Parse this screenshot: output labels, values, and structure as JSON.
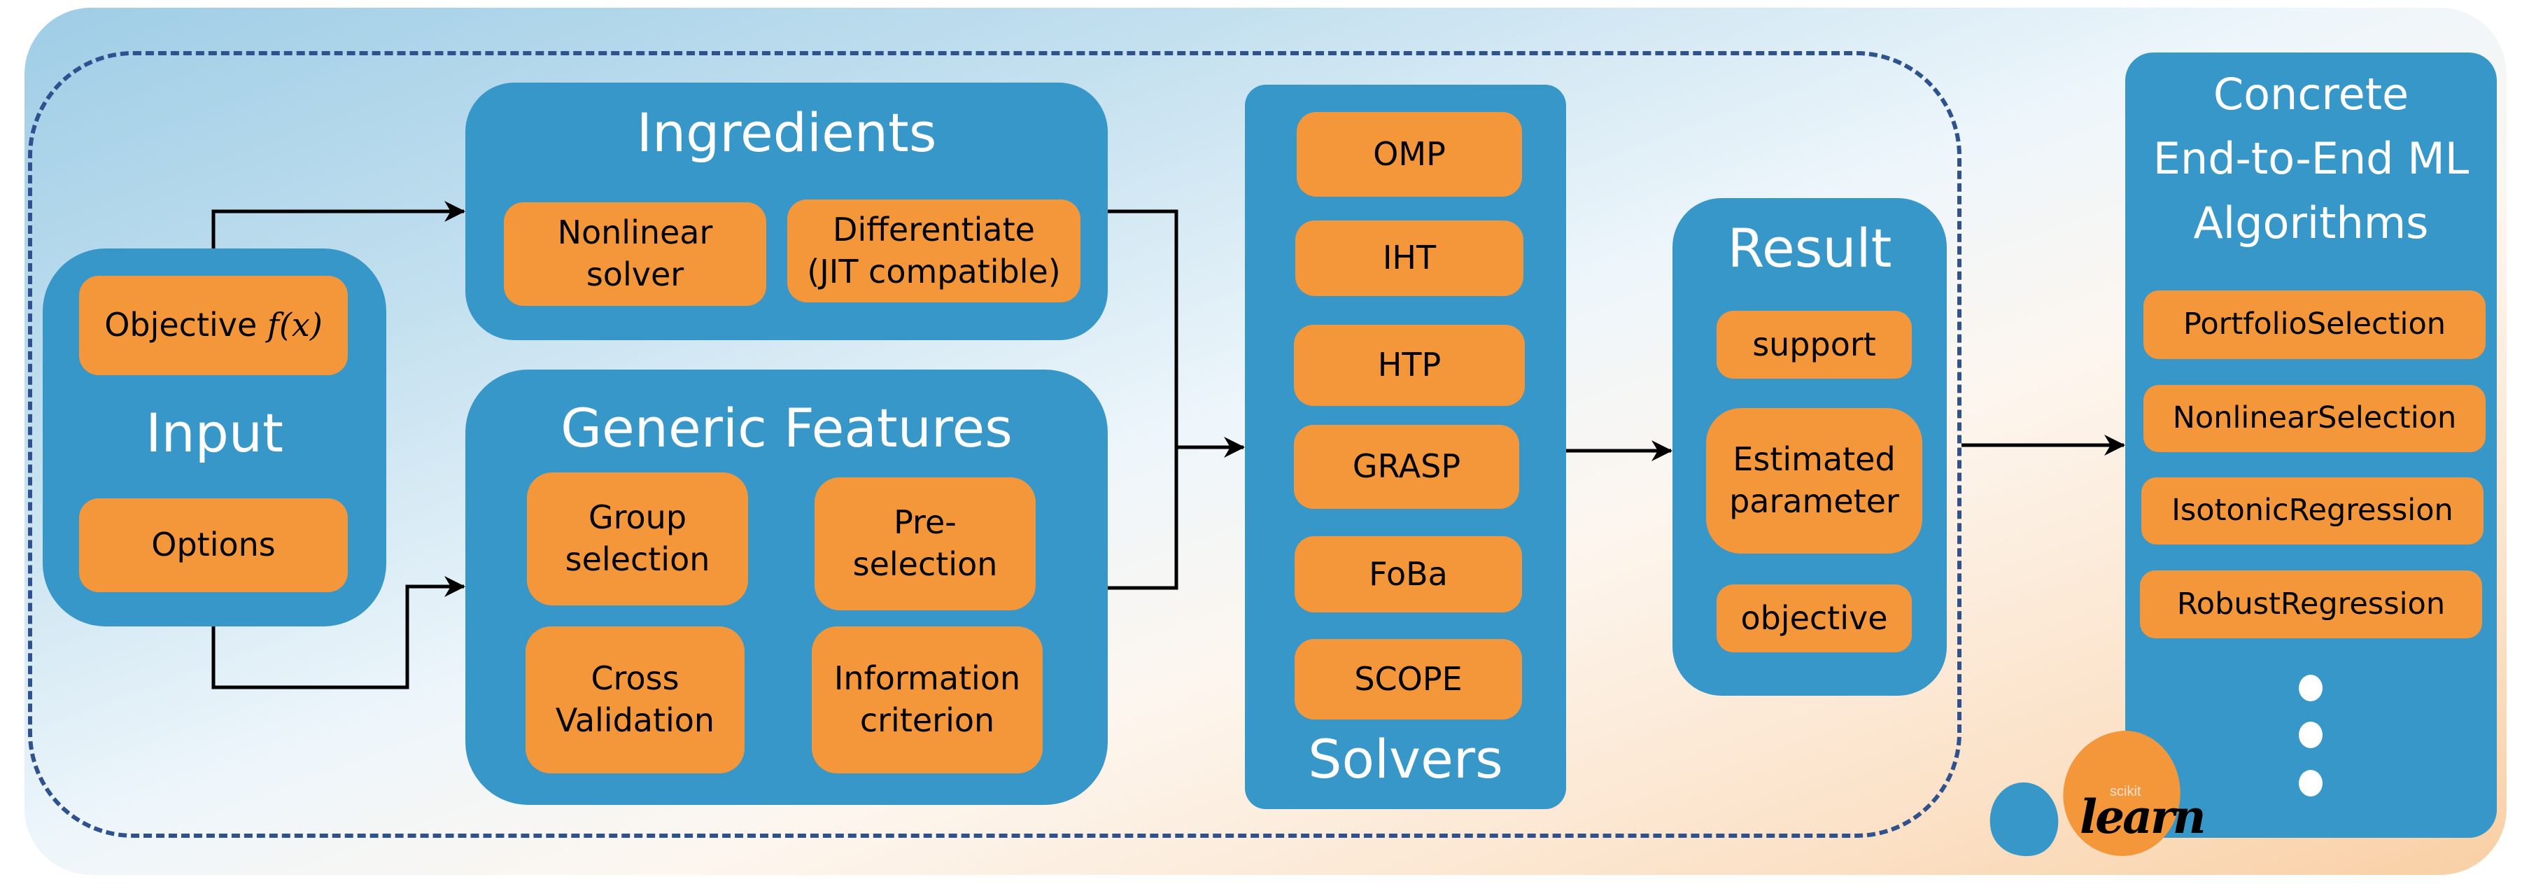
{
  "colors": {
    "panel": "#3797c8",
    "box": "#f4973a",
    "dashed_border": "#2f528f",
    "arrow": "#000000"
  },
  "input": {
    "title": "Input",
    "objective_label": "Objective",
    "objective_math": "f(x)",
    "options_label": "Options"
  },
  "ingredients": {
    "title": "Ingredients",
    "items": [
      {
        "line1": "Nonlinear",
        "line2": "solver"
      },
      {
        "line1": "Differentiate",
        "line2": "(JIT compatible)"
      }
    ]
  },
  "generic_features": {
    "title": "Generic Features",
    "items": [
      {
        "line1": "Group",
        "line2": "selection"
      },
      {
        "line1": "Pre-",
        "line2": "selection"
      },
      {
        "line1": "Cross",
        "line2": "Validation"
      },
      {
        "line1": "Information",
        "line2": "criterion"
      }
    ]
  },
  "solvers": {
    "title": "Solvers",
    "items": [
      "OMP",
      "IHT",
      "HTP",
      "GRASP",
      "FoBa",
      "SCOPE"
    ]
  },
  "result": {
    "title": "Result",
    "items": [
      {
        "line1": "support",
        "line2": ""
      },
      {
        "line1": "Estimated",
        "line2": "parameter"
      },
      {
        "line1": "objective",
        "line2": ""
      }
    ]
  },
  "algorithms": {
    "title_lines": [
      "Concrete",
      "End-to-End ML",
      "Algorithms"
    ],
    "items": [
      "PortfolioSelection",
      "NonlinearSelection",
      "IsotonicRegression",
      "RobustRegression"
    ],
    "more_indicator": "vertical-ellipsis"
  },
  "logo": {
    "name": "scikit-learn-logo",
    "small_text": "scikit",
    "large_text": "learn"
  }
}
